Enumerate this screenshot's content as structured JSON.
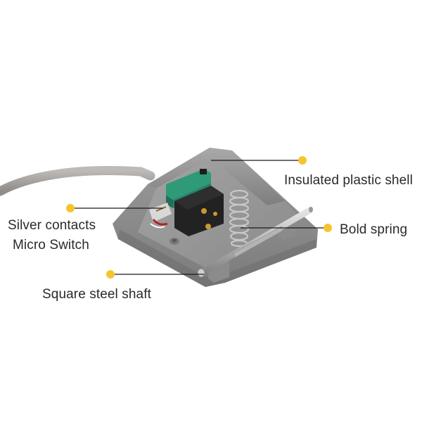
{
  "callouts": {
    "shell": "Insulated plastic shell",
    "contacts_line1": "Silver contacts",
    "contacts_line2": "Micro Switch",
    "spring": "Bold spring",
    "shaft": "Square steel shaft"
  },
  "colors": {
    "marker": "#f6c431",
    "leader_line": "#1a1a1a",
    "housing": "#8e8e8e",
    "switch_green": "#2f9a78",
    "switch_black": "#1e1e1e",
    "cable": "#a9a6a3"
  }
}
